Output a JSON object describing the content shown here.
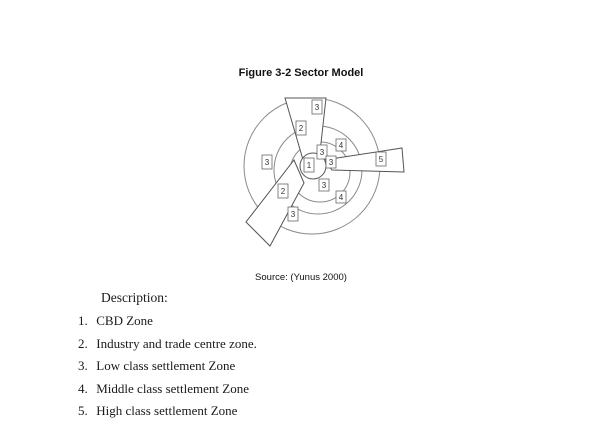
{
  "figure": {
    "title": "Figure 3-2 Sector Model",
    "source": "Source: (Yunus 2000)",
    "zone_labels": [
      {
        "text": "3"
      },
      {
        "text": "2"
      },
      {
        "text": "4"
      },
      {
        "text": "3"
      },
      {
        "text": "5"
      },
      {
        "text": "3"
      },
      {
        "text": "1"
      },
      {
        "text": "3"
      },
      {
        "text": "3"
      },
      {
        "text": "4"
      },
      {
        "text": "2"
      },
      {
        "text": "3"
      }
    ]
  },
  "description": {
    "heading": "Description:",
    "items": [
      {
        "num": "1.",
        "text": "CBD Zone"
      },
      {
        "num": "2.",
        "text": "Industry and trade centre zone."
      },
      {
        "num": "3.",
        "text": "Low class settlement Zone"
      },
      {
        "num": "4.",
        "text": "Middle class settlement Zone"
      },
      {
        "num": "5.",
        "text": "High class settlement Zone"
      }
    ]
  }
}
